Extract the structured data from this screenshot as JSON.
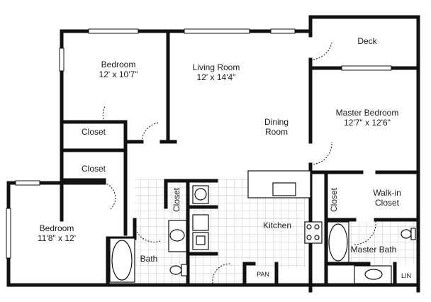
{
  "floorplan": {
    "rooms": {
      "bedroom1": {
        "name": "Bedroom",
        "size": "12' x 10'7\""
      },
      "living_room": {
        "name": "Living Room",
        "size": "12' x 14'4\""
      },
      "dining_room": {
        "name": "Dining",
        "name2": "Room"
      },
      "deck": {
        "name": "Deck"
      },
      "master_bedroom": {
        "name": "Master Bedroom",
        "size": "12'7\" x 12'6\""
      },
      "closet1": {
        "name": "Closet"
      },
      "closet2": {
        "name": "Closet"
      },
      "closet3": {
        "name": "Closet"
      },
      "closet4": {
        "name": "Closet"
      },
      "walkin": {
        "name": "Walk-in",
        "name2": "Closet"
      },
      "bedroom2": {
        "name": "Bedroom",
        "size": "11'8\" x 12'"
      },
      "kitchen": {
        "name": "Kitchen"
      },
      "bath": {
        "name": "Bath"
      },
      "master_bath": {
        "name": "Master Bath"
      },
      "pantry": {
        "name": "PAN"
      },
      "linen": {
        "name": "LIN"
      }
    },
    "colors": {
      "wall": "#111111",
      "window": "#ffffff",
      "tile": "#c8c8c8"
    }
  }
}
